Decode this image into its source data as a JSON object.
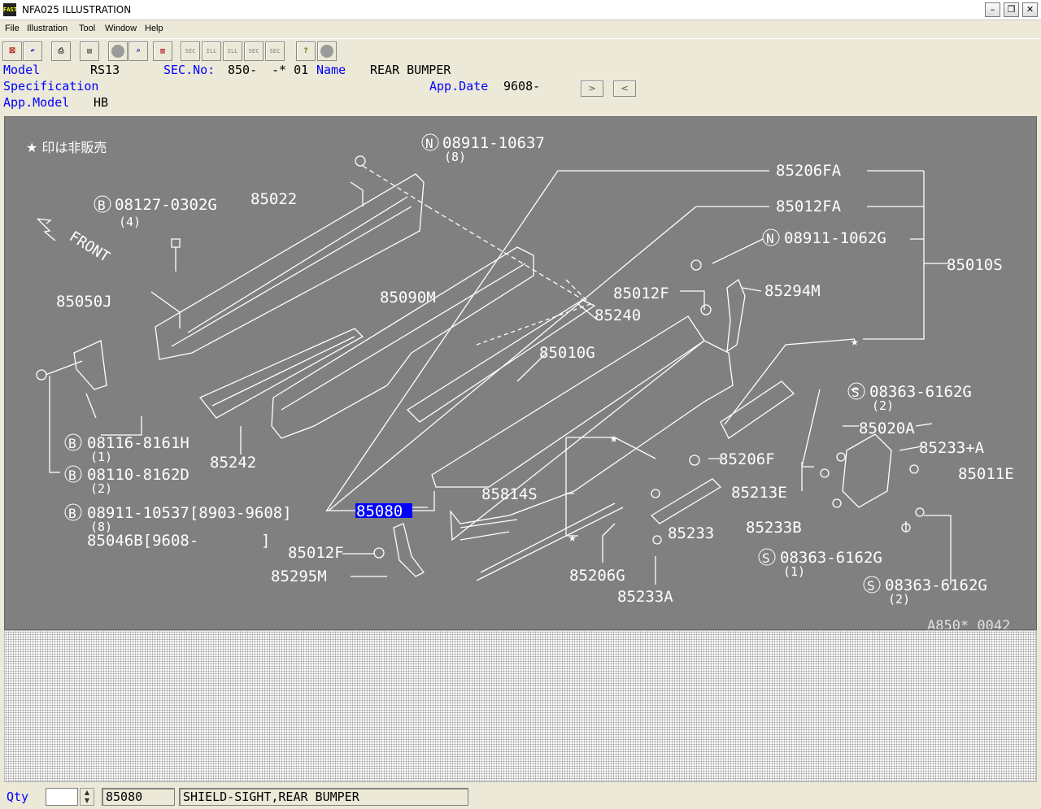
{
  "window": {
    "title": "NFA025 ILLUSTRATION",
    "icon_text": "FAST",
    "controls": {
      "minimize": "–",
      "restore": "❐",
      "close": "✕"
    }
  },
  "menu": [
    "File",
    "Illustration",
    "Tool",
    "Window",
    "Help"
  ],
  "toolbar": {
    "buttons": [
      {
        "name": "exit-icon",
        "glyph": "⛝"
      },
      {
        "name": "undo-icon",
        "glyph": "↶"
      },
      {
        "name": "print-icon",
        "glyph": "⎙"
      },
      {
        "name": "catalog-icon",
        "glyph": "▤"
      },
      {
        "name": "circle-icon",
        "glyph": ""
      },
      {
        "name": "zoom-icon",
        "glyph": "⌕"
      },
      {
        "name": "book-icon",
        "glyph": "▥"
      },
      {
        "name": "sec-first-icon",
        "glyph": "SEC"
      },
      {
        "name": "ill-prev-icon",
        "glyph": "ILL"
      },
      {
        "name": "ill-next-icon",
        "glyph": "ILL"
      },
      {
        "name": "sec-next-icon",
        "glyph": "SEC"
      },
      {
        "name": "sec-search-icon",
        "glyph": "SEC"
      },
      {
        "name": "help-icon",
        "glyph": "?"
      },
      {
        "name": "stop-icon",
        "glyph": ""
      }
    ]
  },
  "header": {
    "model_label": "Model",
    "model_value": "RS13",
    "sec_label": "SEC.No:",
    "sec_value": "850-",
    "sec_suffix": "-* 01",
    "name_label": "Name",
    "name_value": "REAR BUMPER",
    "spec_label": "Specification",
    "appdate_label": "App.Date",
    "appdate_value": "9608-",
    "appmodel_label": "App.Model",
    "appmodel_value": "HB"
  },
  "illustration": {
    "note": "★ 印は非販売",
    "front_label": "FRONT",
    "code": "A850* 0042",
    "parts": [
      "08911-10637",
      "(8)",
      "85206FA",
      "85012FA",
      "08127-0302G",
      "(4)",
      "85022",
      "08911-1062G",
      "85010S",
      "85294M",
      "85012F",
      "85050J",
      "85090M",
      "85240",
      "85010G",
      "08363-6162G",
      "(2)",
      "85020A",
      "85233+A",
      "85011E",
      "08116-8161H",
      "(1)",
      "85242",
      "85206F",
      "08110-8162D",
      "(2)",
      "85213E",
      "85814S",
      "08911-10537[8903-9608]",
      "(8)",
      "85080",
      "85233",
      "85233B",
      "85046B[9608-",
      "]",
      "85012F",
      "08363-6162G",
      "(1)",
      "85295M",
      "85206G",
      "08363-6162G",
      "(2)",
      "85233A",
      "★",
      "★",
      "★"
    ],
    "selected_part": "85080"
  },
  "status": {
    "qty_label": "Qty",
    "qty_value": "",
    "part_no": "85080",
    "description": "SHIELD-SIGHT,REAR BUMPER"
  }
}
